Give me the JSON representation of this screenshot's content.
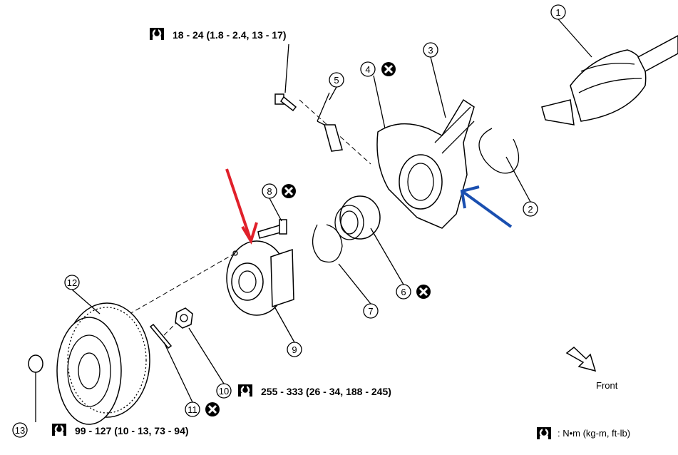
{
  "title": "Front axle hub and knuckle exploded view",
  "callouts": [
    "1",
    "2",
    "3",
    "4",
    "5",
    "6",
    "7",
    "8",
    "9",
    "10",
    "11",
    "12",
    "13"
  ],
  "replace_marker": "x-circle-icon",
  "torque_specs": {
    "bolt_5": "18 - 24 (1.8 - 2.4, 13 - 17)",
    "nut_10": "255 - 333 (26 - 34, 188 - 245)",
    "nut_13": "99 - 127 (10 - 13, 73 - 94)"
  },
  "legend": {
    "units": ": N•m  (kg-m,  ft-lb)",
    "front_label": "Front"
  },
  "annotations": {
    "red_arrow_color": "#e0202a",
    "blue_arrow_color": "#1a4fb0"
  }
}
